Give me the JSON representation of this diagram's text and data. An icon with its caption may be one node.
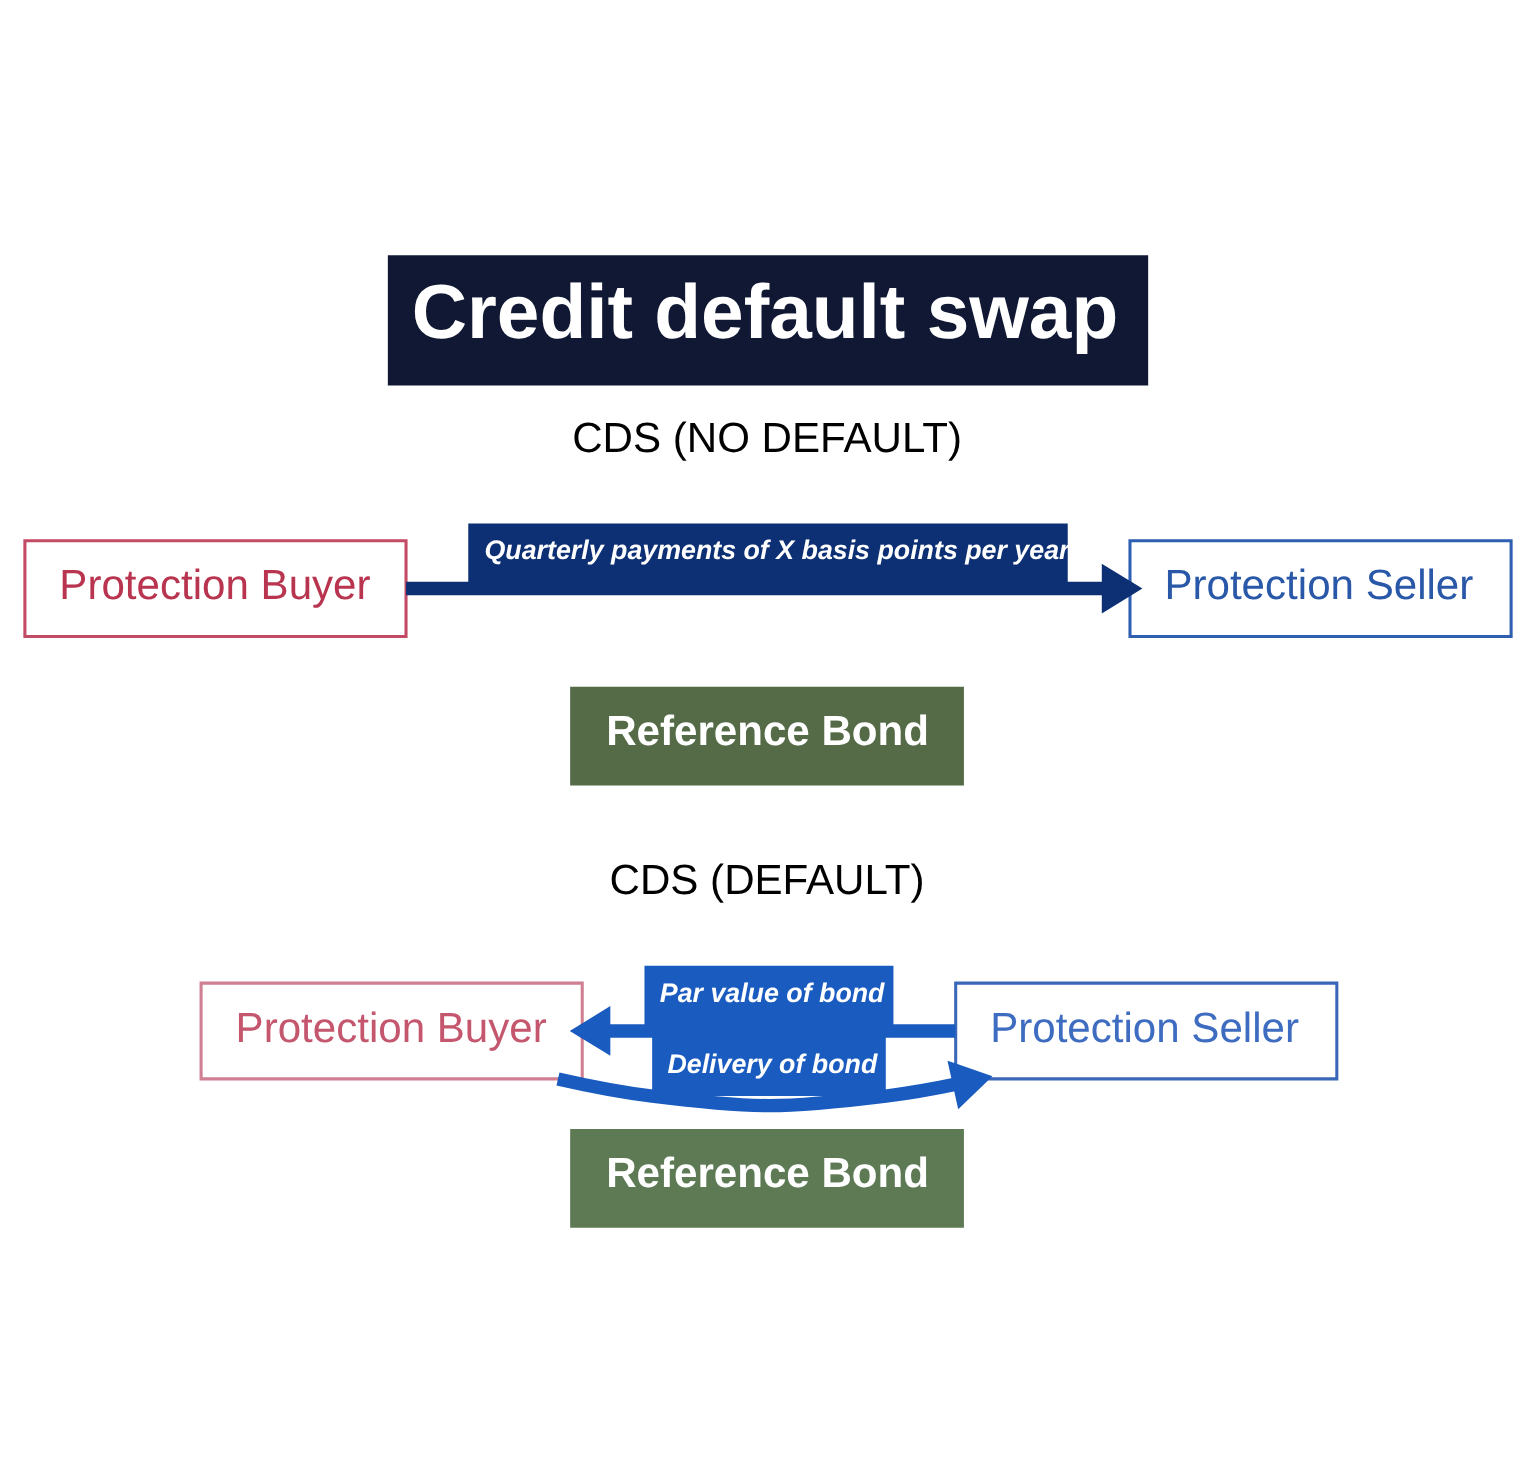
{
  "diagram": {
    "title": "Credit default swap",
    "nodes": [
      {
        "text": [
          "Protection Buyer"
        ]
      },
      {
        "text": [
          "Protection Seller"
        ]
      },
      {
        "text": [
          "Reference Bond"
        ]
      },
      {
        "text": [
          "Protection Buyer"
        ]
      },
      {
        "text": [
          "Protection Seller"
        ]
      },
      {
        "text": [
          "Reference Bond"
        ]
      }
    ],
    "edges": [
      {
        "from": 0,
        "to": 1,
        "arrow": "to",
        "label": "Quarterly payments of X basis points per year",
        "color": "#0d2f73"
      },
      {
        "from": 4,
        "to": 3,
        "arrow": "to",
        "label": "Par value of bond"
      },
      {
        "from": 3,
        "to": 4,
        "arrow": "to",
        "label": "Delivery of bond"
      }
    ],
    "labels": [
      "CDS (NO DEFAULT)",
      "CDS (DEFAULT)"
    ]
  }
}
